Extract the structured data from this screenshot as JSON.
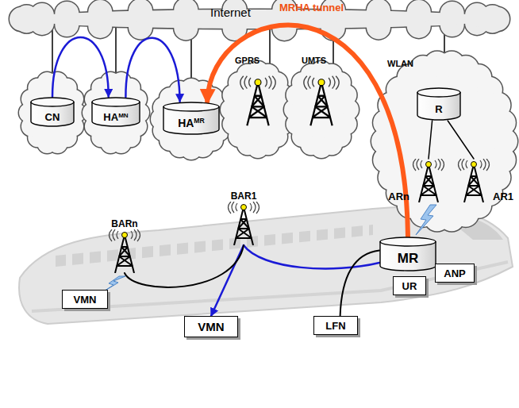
{
  "diagram": {
    "nodes": [
      {
        "text": [
          "CN"
        ]
      },
      {
        "text": [
          "HA",
          "MN"
        ]
      },
      {
        "text": [
          "HA",
          "MR"
        ]
      },
      {
        "text": [
          "R"
        ]
      },
      {
        "text": [
          "ARn"
        ]
      },
      {
        "text": [
          "AR1"
        ]
      },
      {
        "text": [
          "BARn"
        ]
      },
      {
        "text": [
          "BAR1"
        ]
      },
      {
        "text": [
          "MR"
        ]
      },
      {
        "text": [
          "UR"
        ]
      },
      {
        "text": [
          "ANP"
        ]
      },
      {
        "text": [
          "VMN"
        ]
      },
      {
        "text": [
          "VMN"
        ]
      },
      {
        "text": [
          "LFN"
        ]
      }
    ],
    "edges": [
      {
        "from": 0,
        "to": 1,
        "arrow": "to"
      },
      {
        "from": 1,
        "to": 2,
        "arrow": "to"
      },
      {
        "from": 8,
        "to": 2,
        "label": "MRHA tunnel",
        "arrow": "to"
      },
      {
        "from": 3,
        "to": 4,
        "arrow": "none"
      },
      {
        "from": 3,
        "to": 5,
        "arrow": "none"
      },
      {
        "from": 8,
        "to": 7,
        "arrow": "none"
      },
      {
        "from": 7,
        "to": 12,
        "arrow": "to"
      },
      {
        "from": 7,
        "to": 6,
        "arrow": "none"
      },
      {
        "from": 8,
        "to": 13,
        "arrow": "none"
      }
    ],
    "labels": [
      "Internet",
      "GPRS",
      "UMTS",
      "WLAN"
    ]
  }
}
